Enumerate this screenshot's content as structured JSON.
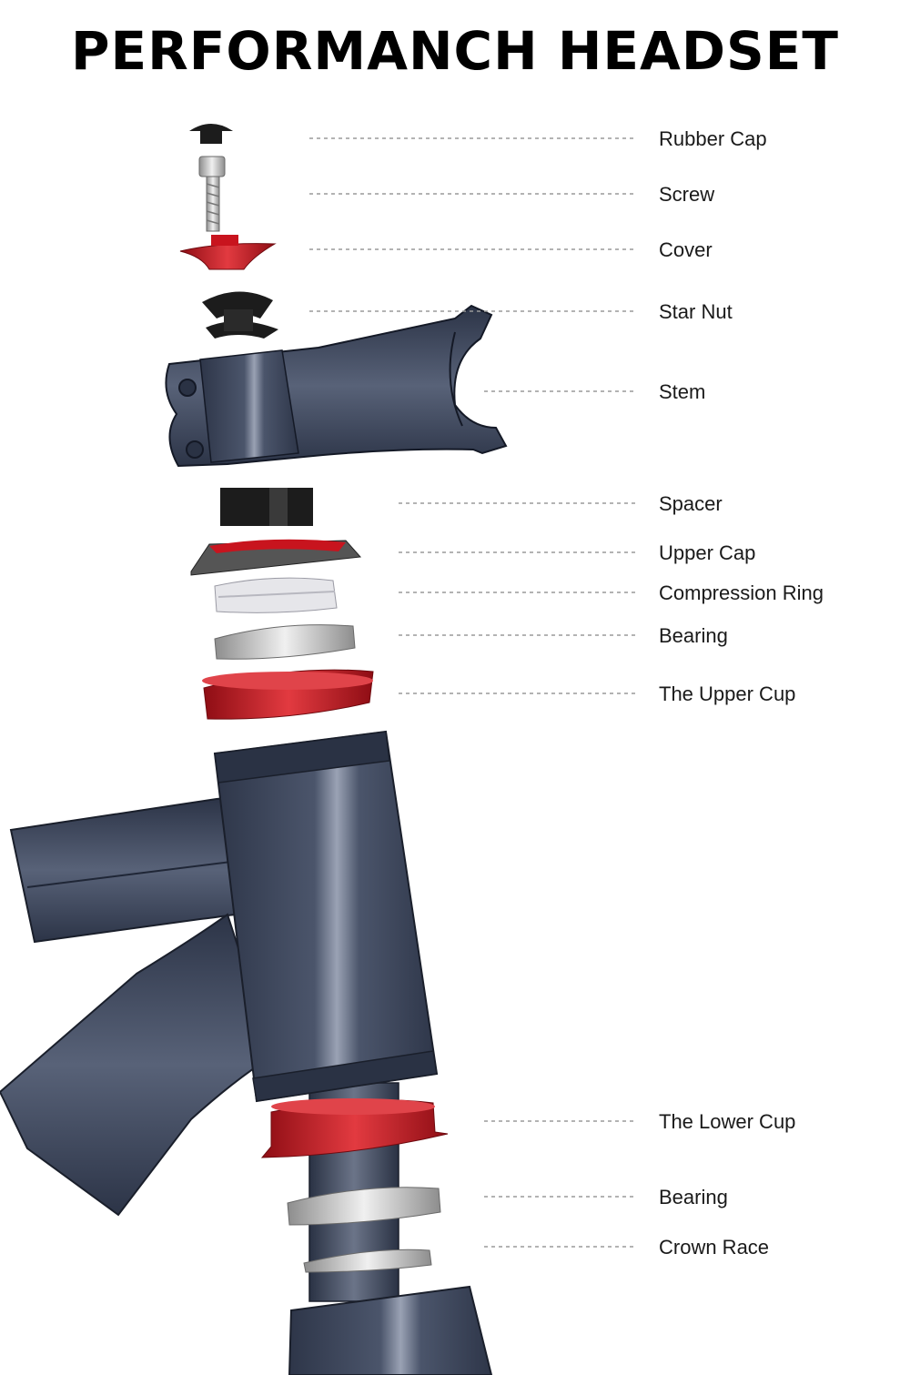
{
  "title": "PERFORMANCH HEADSET",
  "colors": {
    "frame": "#3b4458",
    "frame_dark": "#2a3346",
    "anodized_red": "#c8141e",
    "black_part": "#1c1c1c",
    "silver": "#c9c9c9",
    "leader": "#9a9a9a"
  },
  "parts": [
    {
      "id": "rubber-cap",
      "label": "Rubber Cap"
    },
    {
      "id": "screw",
      "label": "Screw"
    },
    {
      "id": "cover",
      "label": "Cover"
    },
    {
      "id": "star-nut",
      "label": "Star Nut"
    },
    {
      "id": "stem",
      "label": "Stem"
    },
    {
      "id": "spacer",
      "label": "Spacer"
    },
    {
      "id": "upper-cap",
      "label": "Upper Cap"
    },
    {
      "id": "compression-ring",
      "label": "Compression Ring"
    },
    {
      "id": "bearing-upper",
      "label": "Bearing"
    },
    {
      "id": "upper-cup",
      "label": "The Upper Cup"
    },
    {
      "id": "lower-cup",
      "label": "The Lower Cup"
    },
    {
      "id": "bearing-lower",
      "label": "Bearing"
    },
    {
      "id": "crown-race",
      "label": "Crown Race"
    }
  ]
}
